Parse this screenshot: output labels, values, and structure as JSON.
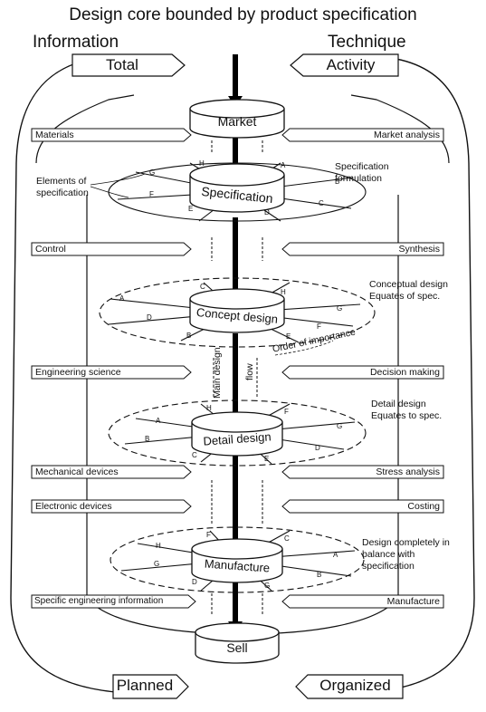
{
  "title": "Design core bounded by product specification",
  "left_header": "Information",
  "right_header": "Technique",
  "top_left_label": "Total",
  "top_right_label": "Activity",
  "bottom_left_label": "Planned",
  "bottom_right_label": "Organized",
  "left_inputs": [
    "Materials",
    "Control",
    "Engineering science",
    "Mechanical devices",
    "Electronic devices",
    "Specific engineering information"
  ],
  "right_inputs": [
    "Market analysis",
    "Synthesis",
    "Decision making",
    "Stress analysis",
    "Costing",
    "Manufacture"
  ],
  "stages": [
    "Market",
    "Specification",
    "Concept design",
    "Detail design",
    "Manufacture",
    "Sell"
  ],
  "annotations": {
    "elements": "Elements of specification",
    "spec_formulation": "Specification formulation",
    "conceptual": "Conceptual design Equates of spec.",
    "order": "Order of importance",
    "detail": "Detail design Equates to spec.",
    "balance": "Design completely in balance with specification",
    "flow_vertical_1": "Main design",
    "flow_vertical_2": "flow"
  },
  "disc_letters": {
    "specification": [
      "G",
      "H",
      "A",
      "B",
      "C",
      "D",
      "E",
      "F"
    ],
    "concept": [
      "A",
      "C",
      "H",
      "G",
      "F",
      "E",
      "B",
      "D"
    ],
    "detail": [
      "A",
      "H",
      "F",
      "G",
      "D",
      "E",
      "C",
      "B"
    ],
    "manufacture": [
      "H",
      "F",
      "C",
      "A",
      "B",
      "G",
      "D",
      "G"
    ]
  }
}
